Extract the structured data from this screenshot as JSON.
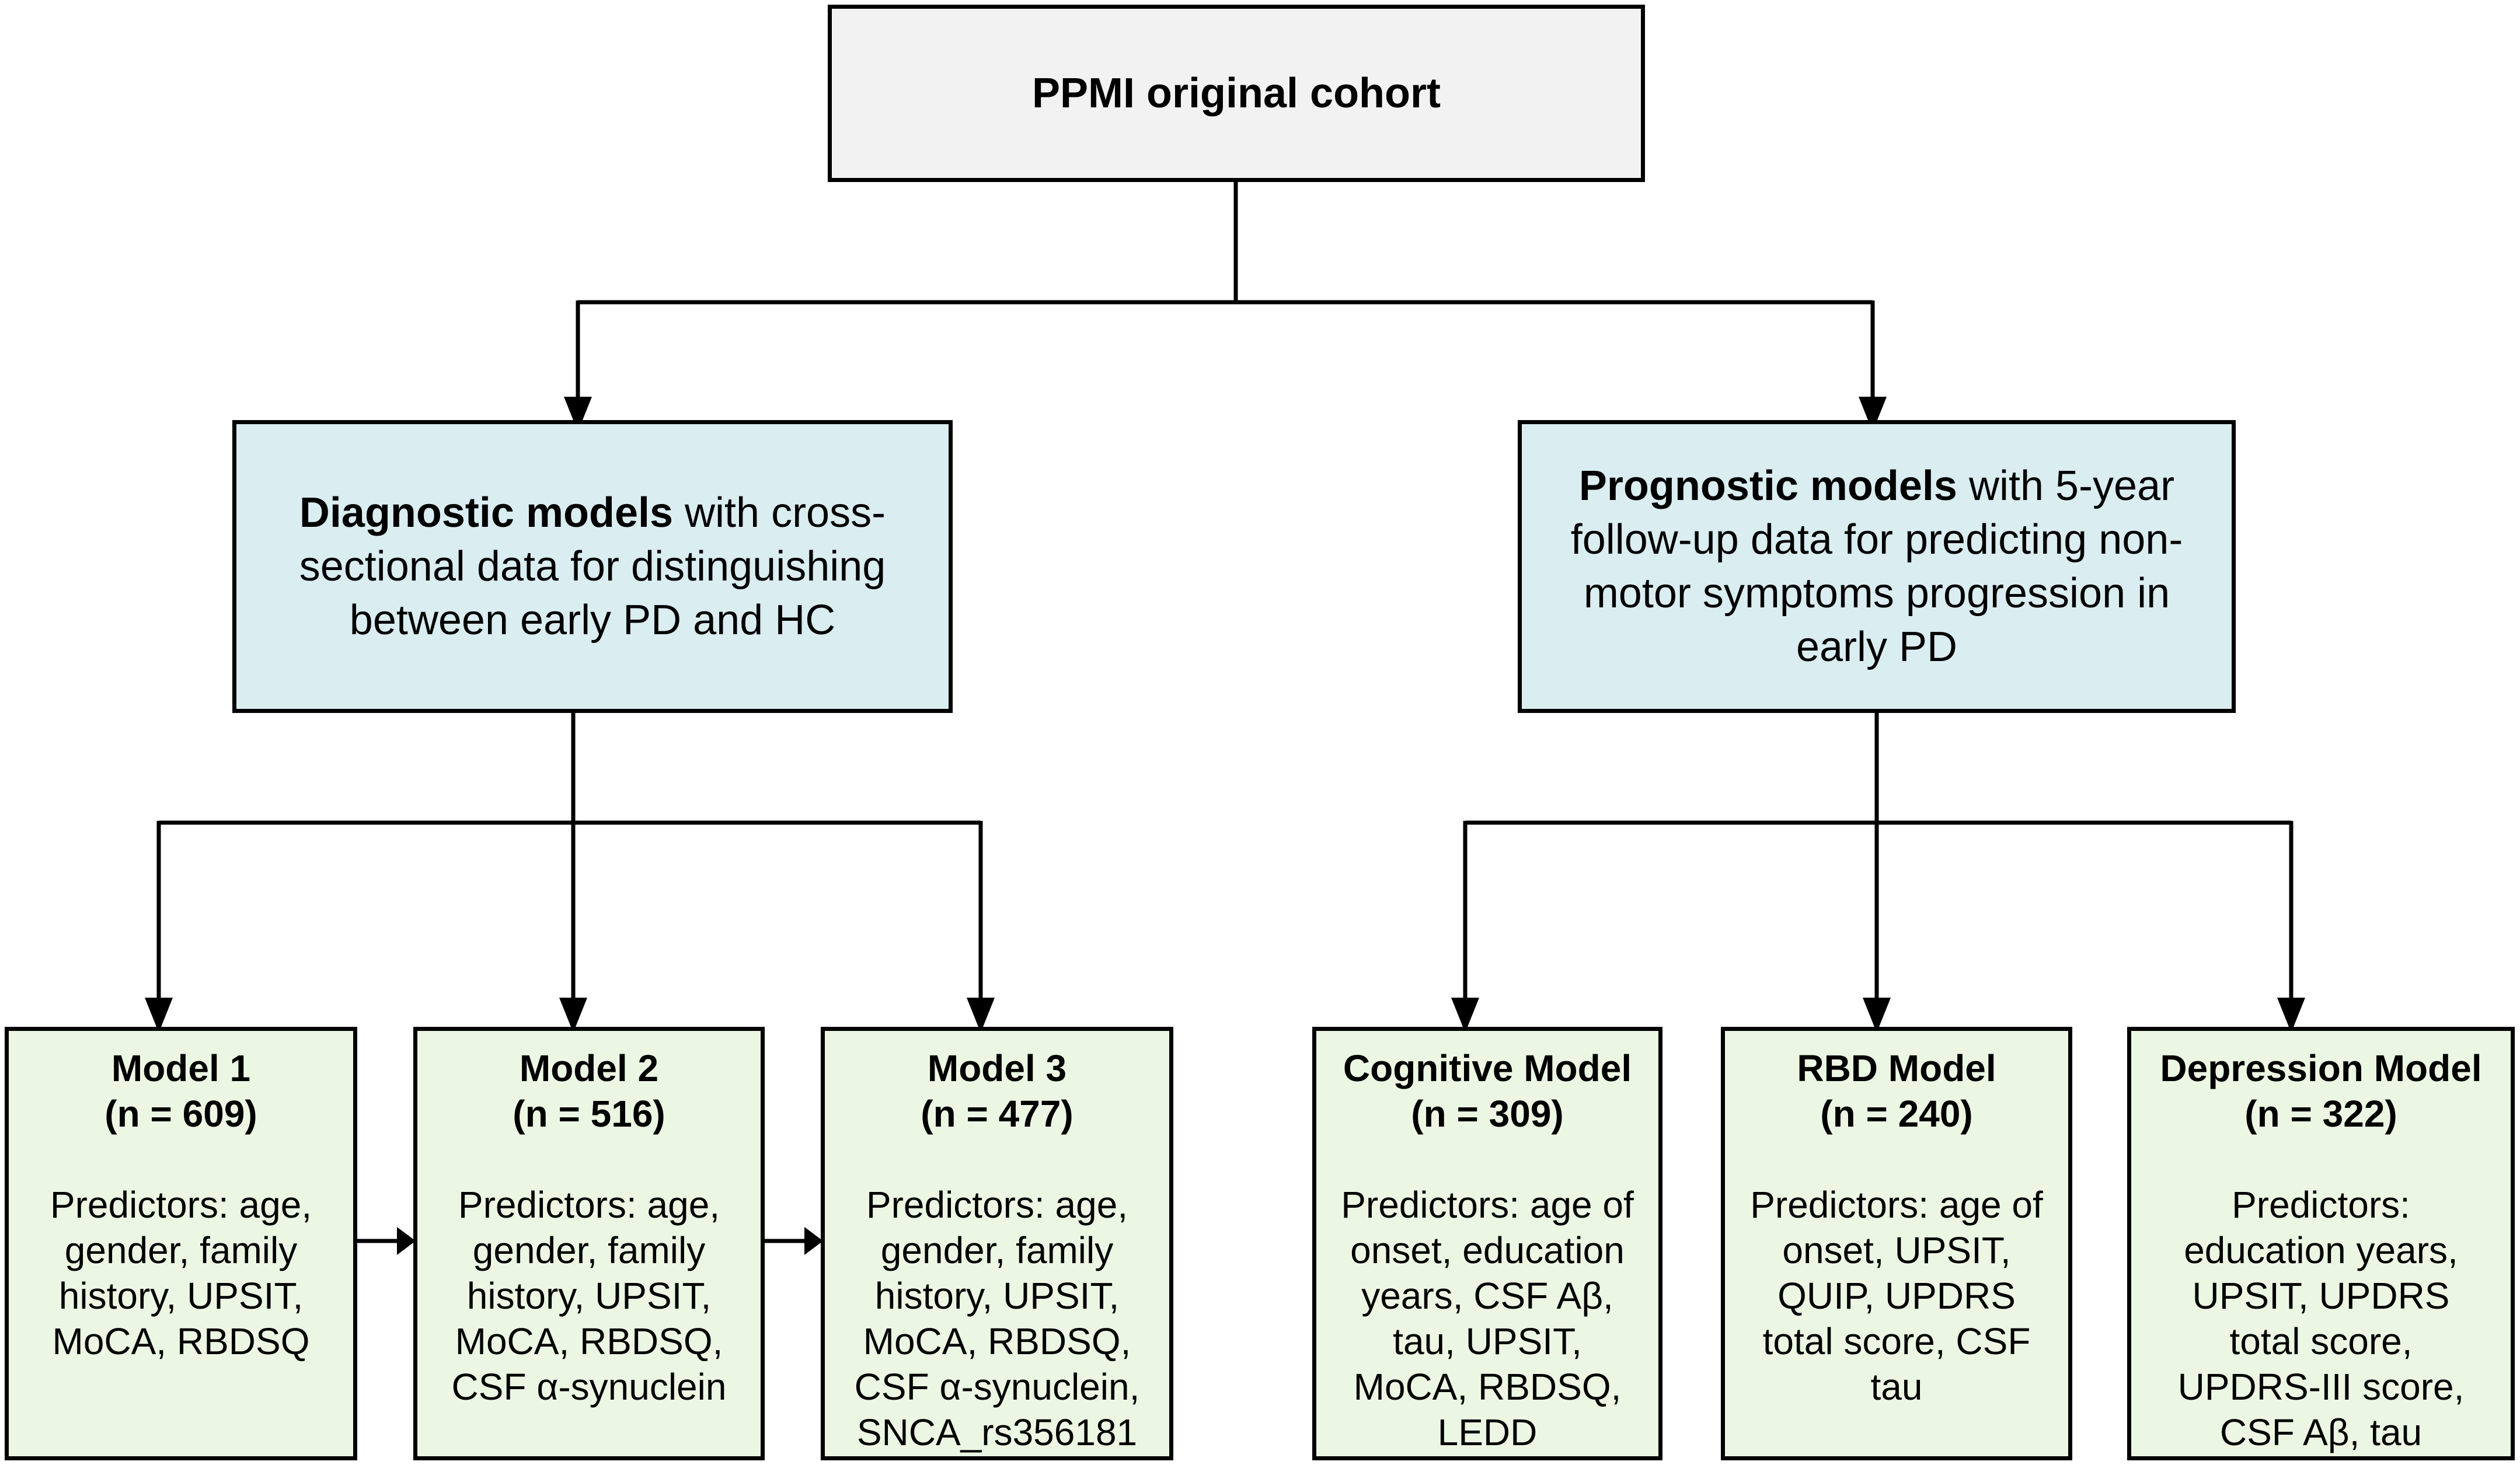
{
  "root": {
    "title": "PPMI original cohort"
  },
  "diagnostic": {
    "bold": "Diagnostic models",
    "text_lines": [
      " with cross-",
      "sectional data for distinguishing",
      "between early PD and HC"
    ]
  },
  "prognostic": {
    "bold": "Prognostic models",
    "text_lines": [
      " with 5-year",
      "follow-up data for predicting  non-",
      "motor symptoms progression in",
      "early PD"
    ]
  },
  "models": [
    {
      "title": "Model 1",
      "n": "(n = 609)",
      "predictors": [
        "Predictors: age,",
        "gender, family",
        "history,  UPSIT,",
        "MoCA, RBDSQ"
      ]
    },
    {
      "title": "Model 2",
      "n": "(n = 516)",
      "predictors": [
        "Predictors: age,",
        "gender, family",
        "history,  UPSIT,",
        "MoCA, RBDSQ,",
        "CSF α-synuclein"
      ]
    },
    {
      "title": "Model 3",
      "n": "(n = 477)",
      "predictors": [
        "Predictors: age,",
        "gender, family",
        "history,  UPSIT,",
        "MoCA, RBDSQ,",
        "CSF α-synuclein,",
        "SNCA_rs356181"
      ]
    },
    {
      "title": "Cognitive Model",
      "n": "(n = 309)",
      "predictors": [
        "Predictors: age of",
        "onset, education",
        "years, CSF Aβ,",
        "tau, UPSIT,",
        "MoCA, RBDSQ,",
        "LEDD"
      ]
    },
    {
      "title": "RBD Model",
      "n": "(n = 240)",
      "predictors": [
        "Predictors: age of",
        "onset, UPSIT,",
        "QUIP, UPDRS",
        "total score, CSF",
        "tau"
      ]
    },
    {
      "title": "Depression Model",
      "n": "(n = 322)",
      "predictors": [
        "Predictors:",
        "education years,",
        "UPSIT, UPDRS",
        "total score,",
        "UPDRS-III score,",
        "CSF Aβ, tau"
      ]
    }
  ]
}
